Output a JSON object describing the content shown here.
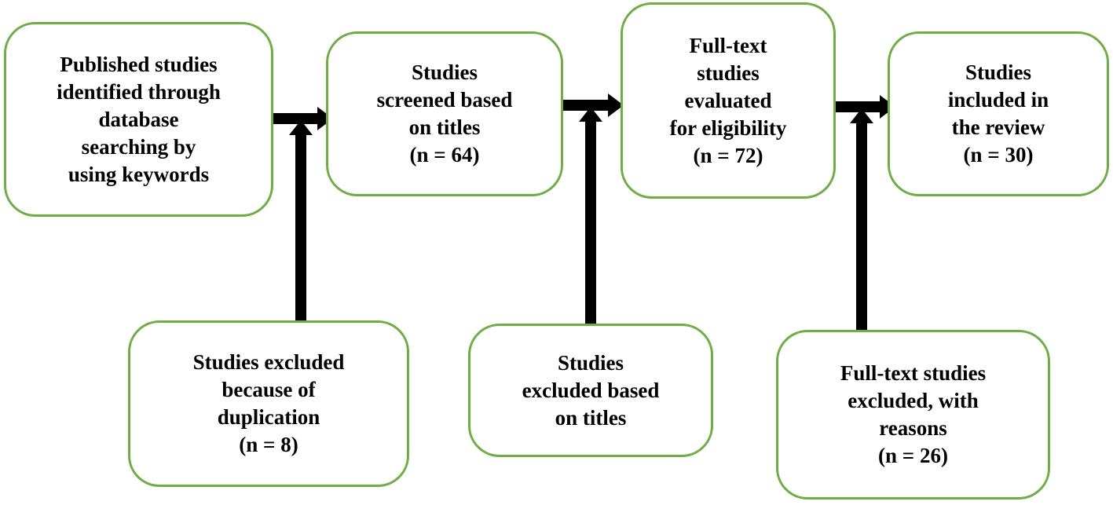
{
  "colors": {
    "box_border": "#70ad47",
    "arrow": "#000000",
    "text": "#000000",
    "background": "#ffffff"
  },
  "boxes": {
    "identified": {
      "lines": [
        "Published studies",
        "identified through",
        "database",
        "searching by",
        "using keywords"
      ]
    },
    "screened": {
      "lines": [
        "Studies",
        "screened based",
        "on titles",
        "(n = 64)"
      ]
    },
    "fulltext": {
      "lines": [
        "Full-text",
        "studies",
        "evaluated",
        "for eligibility",
        "(n = 72)"
      ]
    },
    "included": {
      "lines": [
        "Studies",
        "included in",
        "the review",
        "(n = 30)"
      ]
    },
    "excluded_duplication": {
      "lines": [
        "Studies excluded",
        "because of",
        "duplication",
        "(n = 8)"
      ]
    },
    "excluded_titles": {
      "lines": [
        "Studies",
        "excluded based",
        "on titles"
      ]
    },
    "excluded_fulltext": {
      "lines": [
        "Full-text studies",
        "excluded, with",
        "reasons",
        "(n = 26)"
      ]
    }
  }
}
